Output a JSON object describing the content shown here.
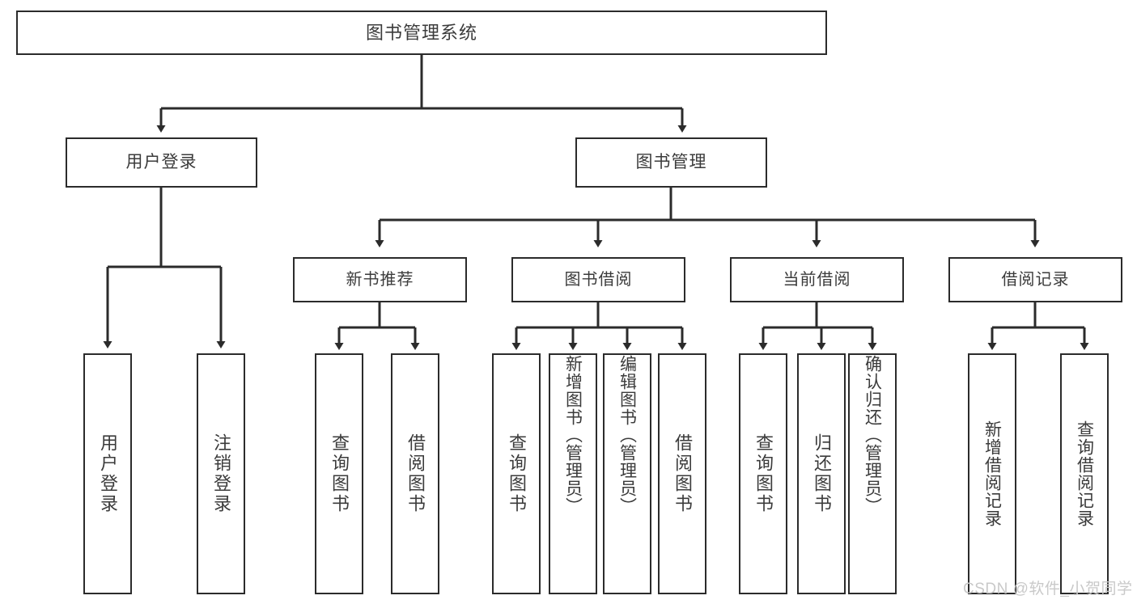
{
  "diagram": {
    "type": "tree-hierarchy-chart",
    "title_node": {
      "label": "图书管理系统"
    },
    "level1": [
      {
        "id": "user-login",
        "label": "用户登录"
      },
      {
        "id": "book-management",
        "label": "图书管理"
      }
    ],
    "level2": [
      {
        "id": "new-book-recommend",
        "label": "新书推荐"
      },
      {
        "id": "book-borrow",
        "label": "图书借阅"
      },
      {
        "id": "current-borrow",
        "label": "当前借阅"
      },
      {
        "id": "borrow-record",
        "label": "借阅记录"
      }
    ],
    "leaves": [
      {
        "id": "leaf-user-login",
        "label": "用户登录",
        "parent": "user-login"
      },
      {
        "id": "leaf-user-logout",
        "label": "注销登录",
        "parent": "user-login"
      },
      {
        "id": "leaf-query-book-1",
        "label": "查询图书",
        "parent": "new-book-recommend"
      },
      {
        "id": "leaf-borrow-book-1",
        "label": "借阅图书",
        "parent": "new-book-recommend"
      },
      {
        "id": "leaf-query-book-2",
        "label": "查询图书",
        "parent": "book-borrow"
      },
      {
        "id": "leaf-add-book",
        "label": "新增图书（管理员）",
        "parent": "book-borrow"
      },
      {
        "id": "leaf-edit-book",
        "label": "编辑图书（管理员）",
        "parent": "book-borrow"
      },
      {
        "id": "leaf-borrow-book-2",
        "label": "借阅图书",
        "parent": "book-borrow"
      },
      {
        "id": "leaf-query-book-3",
        "label": "查询图书",
        "parent": "current-borrow"
      },
      {
        "id": "leaf-return-book",
        "label": "归还图书",
        "parent": "current-borrow"
      },
      {
        "id": "leaf-confirm-return",
        "label": "确认归还（管理员）",
        "parent": "current-borrow"
      },
      {
        "id": "leaf-add-record",
        "label": "新增借阅记录",
        "parent": "borrow-record"
      },
      {
        "id": "leaf-query-record",
        "label": "查询借阅记录",
        "parent": "borrow-record"
      }
    ],
    "watermark": "CSDN @软件_小贺同学",
    "colors": {
      "stroke": "#2b2b2b",
      "text": "#3b3b3b",
      "background": "#ffffff",
      "watermark": "#c9c9c9"
    }
  }
}
